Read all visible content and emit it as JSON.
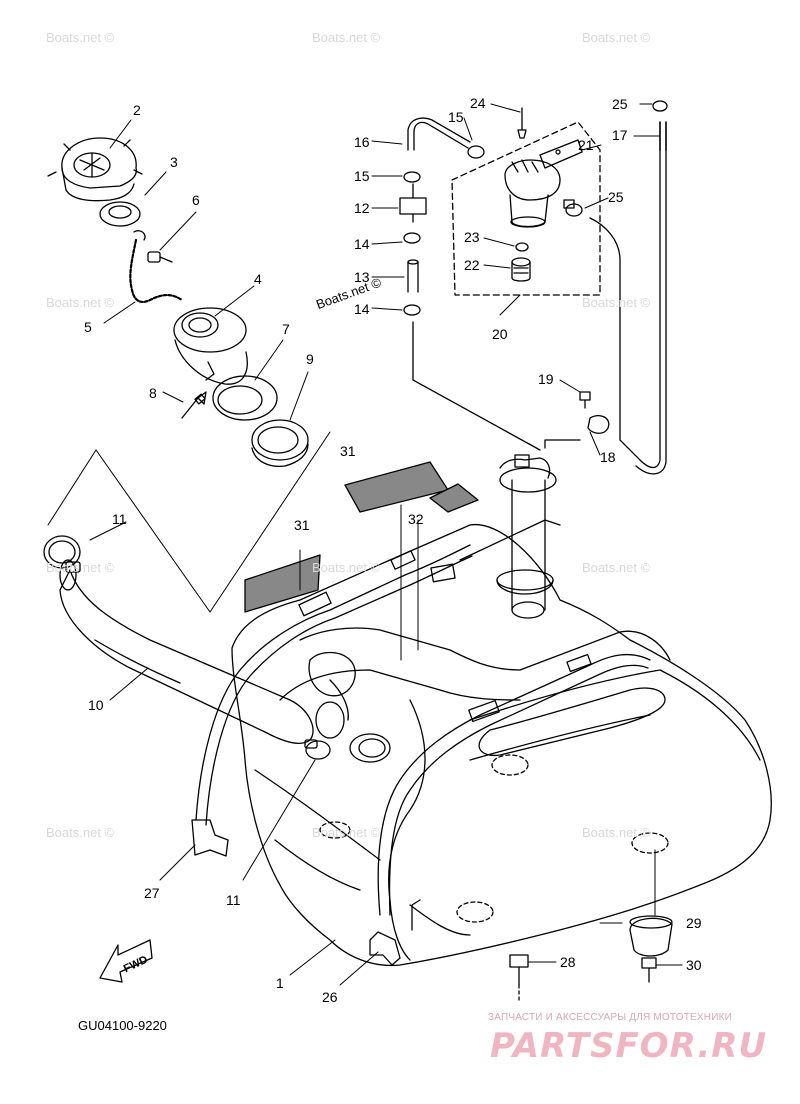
{
  "diagram": {
    "part_code": "GU04100-9220",
    "fwd_label": "FWD",
    "watermark_text": "Boats.net ©",
    "brand_tagline": "ЗАПЧАСТИ И АКСЕССУАРЫ ДЛЯ МОТОТЕХНИКИ",
    "brand_name": "PARTSFOR.RU",
    "line_color": "#000000",
    "watermark_color": "#d8d8d8",
    "brand_color": "#efb6c2",
    "callouts": [
      {
        "id": "c1",
        "label": "1"
      },
      {
        "id": "c2",
        "label": "2"
      },
      {
        "id": "c3",
        "label": "3"
      },
      {
        "id": "c4",
        "label": "4"
      },
      {
        "id": "c5",
        "label": "5"
      },
      {
        "id": "c6",
        "label": "6"
      },
      {
        "id": "c7",
        "label": "7"
      },
      {
        "id": "c8",
        "label": "8"
      },
      {
        "id": "c9",
        "label": "9"
      },
      {
        "id": "c10",
        "label": "10"
      },
      {
        "id": "c11a",
        "label": "11"
      },
      {
        "id": "c11b",
        "label": "11"
      },
      {
        "id": "c12",
        "label": "12"
      },
      {
        "id": "c13",
        "label": "13"
      },
      {
        "id": "c14a",
        "label": "14"
      },
      {
        "id": "c14b",
        "label": "14"
      },
      {
        "id": "c15a",
        "label": "15"
      },
      {
        "id": "c15b",
        "label": "15"
      },
      {
        "id": "c16",
        "label": "16"
      },
      {
        "id": "c17",
        "label": "17"
      },
      {
        "id": "c18",
        "label": "18"
      },
      {
        "id": "c19",
        "label": "19"
      },
      {
        "id": "c20",
        "label": "20"
      },
      {
        "id": "c21",
        "label": "21"
      },
      {
        "id": "c22",
        "label": "22"
      },
      {
        "id": "c23",
        "label": "23"
      },
      {
        "id": "c24",
        "label": "24"
      },
      {
        "id": "c25a",
        "label": "25"
      },
      {
        "id": "c25b",
        "label": "25"
      },
      {
        "id": "c26",
        "label": "26"
      },
      {
        "id": "c27",
        "label": "27"
      },
      {
        "id": "c28",
        "label": "28"
      },
      {
        "id": "c29",
        "label": "29"
      },
      {
        "id": "c30",
        "label": "30"
      },
      {
        "id": "c31a",
        "label": "31"
      },
      {
        "id": "c31b",
        "label": "31"
      },
      {
        "id": "c32",
        "label": "32"
      }
    ]
  }
}
